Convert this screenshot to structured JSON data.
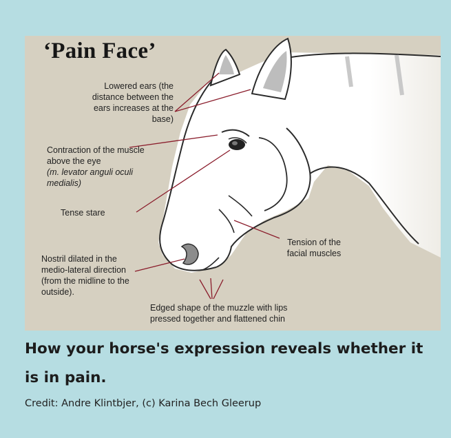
{
  "figure": {
    "title": "‘Pain Face’",
    "annotations": {
      "ears": "Lowered ears (the distance between the ears increases at the base)",
      "muscle_above_eye": "Contraction of the muscle above the eye",
      "muscle_above_eye_latin": "(m. levator anguli oculi medialis)",
      "stare": "Tense stare",
      "facial_muscles": "Tension of the facial muscles",
      "nostril": "Nostril dilated in the medio-lateral direction (from the midline to the outside).",
      "muzzle": "Edged shape of the muzzle with lips pressed together and flattened chin"
    },
    "colors": {
      "leader_line": "#8a1c2b",
      "background": "#d6d0c1",
      "card": "#b6dde2"
    }
  },
  "caption": "How your horse's expression reveals whether it is in pain.",
  "credit": "Credit: Andre Klintbjer, (c) Karina Bech Gleerup"
}
